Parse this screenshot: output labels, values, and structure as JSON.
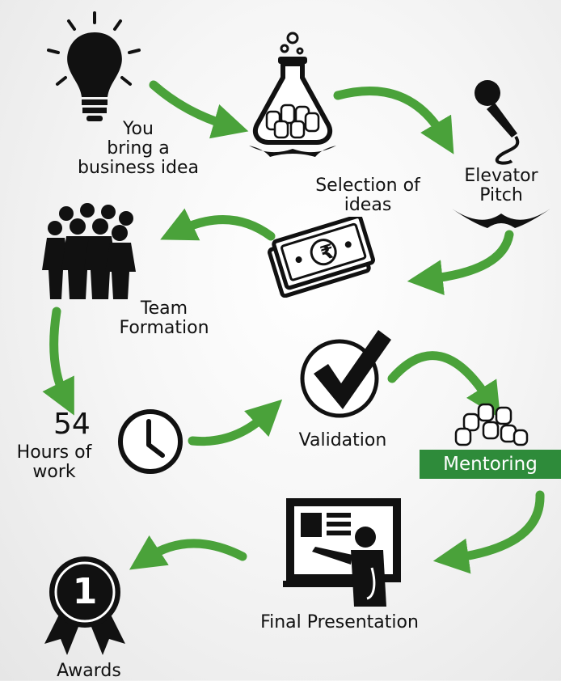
{
  "steps": {
    "idea": "You\nbring a\nbusiness idea",
    "selection": "Selection of\nideas",
    "pitch": "Elevator\nPitch",
    "team": "Team\nFormation",
    "hours_number": "54",
    "hours_text": "Hours of\nwork",
    "validation": "Validation",
    "mentoring": "Mentoring",
    "final": "Final Presentation",
    "awards": "Awards",
    "award_rank": "1",
    "currency_symbol": "₹"
  },
  "colors": {
    "arrow": "#4aa23a",
    "accent": "#2e8b3a",
    "icon": "#111111"
  }
}
